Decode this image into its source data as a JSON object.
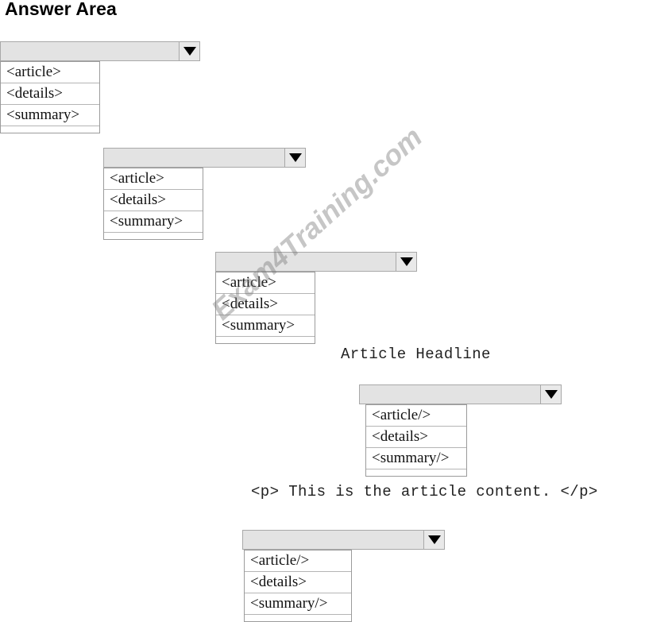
{
  "page": {
    "title": "Answer Area",
    "watermark": "Exam4Training.com",
    "background_color": "#ffffff",
    "dropdown_bar_color": "#e3e3e3",
    "dropdown_border_color": "#a8a8a8",
    "caret_icon": "chevron-down-icon"
  },
  "dropdowns": [
    {
      "id": "dropdown-1",
      "selected_value": "",
      "options": [
        "<article>",
        "<details>",
        "<summary>"
      ]
    },
    {
      "id": "dropdown-2",
      "selected_value": "",
      "options": [
        "<article>",
        "<details>",
        "<summary>"
      ]
    },
    {
      "id": "dropdown-3",
      "selected_value": "",
      "options": [
        "<article>",
        "<details>",
        "<summary>"
      ]
    },
    {
      "id": "dropdown-4",
      "selected_value": "",
      "options": [
        "<article/>",
        "<details>",
        "<summary/>"
      ]
    },
    {
      "id": "dropdown-5",
      "selected_value": "",
      "options": [
        "<article/>",
        "<details>",
        "<summary/>"
      ]
    }
  ],
  "code_lines": [
    {
      "id": "article-headline",
      "text": "Article Headline"
    },
    {
      "id": "article-paragraph",
      "text": "<p> This is the article content. </p>"
    }
  ]
}
